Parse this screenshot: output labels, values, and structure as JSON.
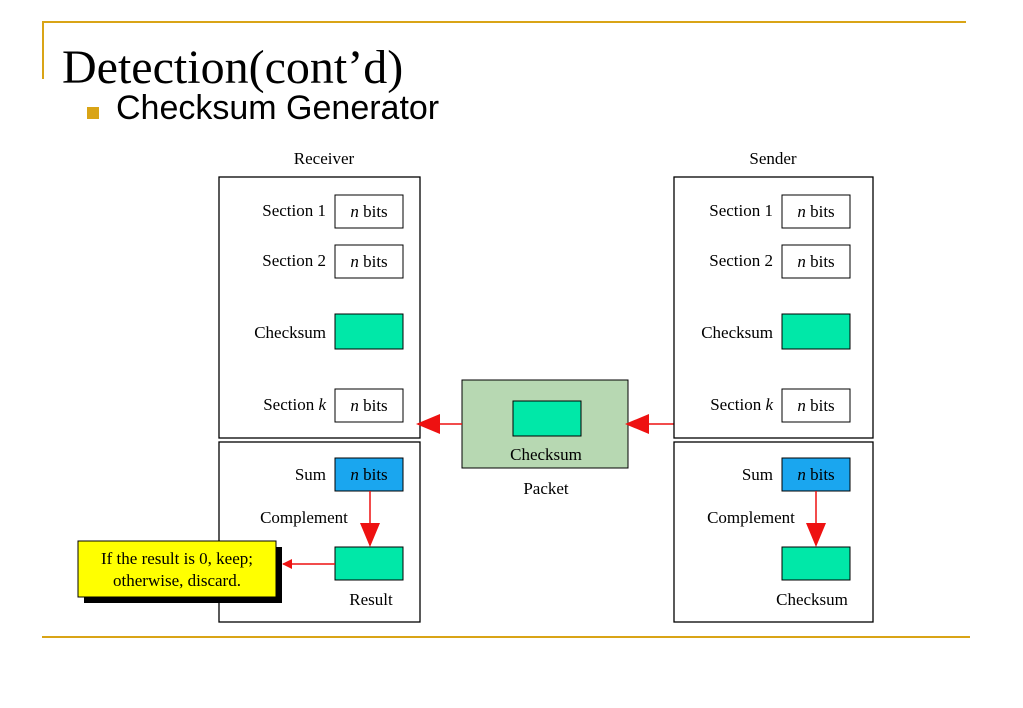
{
  "slide": {
    "title": "Detection(cont’d)",
    "bullet": "Checksum Generator"
  },
  "colors": {
    "accent": "#d9a416",
    "checksum_fill": "#00e8a8",
    "sum_fill": "#1aa6ef",
    "packet_fill": "#b7d8b2",
    "arrow": "#ee1111",
    "note_fill": "#ffff00"
  },
  "receiver": {
    "title": "Receiver",
    "section1_label": "Section 1",
    "section2_label": "Section 2",
    "checksum_label": "Checksum",
    "sectionk_label": "Section ",
    "sectionk_var": "k",
    "bits_var": "n",
    "bits_text": " bits",
    "sum_label": "Sum",
    "complement_label": "Complement",
    "result_label": "Result"
  },
  "sender": {
    "title": "Sender",
    "section1_label": "Section 1",
    "section2_label": "Section 2",
    "checksum_label": "Checksum",
    "sectionk_label": "Section ",
    "sectionk_var": "k",
    "bits_var": "n",
    "bits_text": " bits",
    "sum_label": "Sum",
    "complement_label": "Complement",
    "output_label": "Checksum"
  },
  "packet": {
    "inner_label": "Checksum",
    "caption": "Packet"
  },
  "note": {
    "line1": "If the result is 0, keep;",
    "line2": "otherwise, discard."
  }
}
